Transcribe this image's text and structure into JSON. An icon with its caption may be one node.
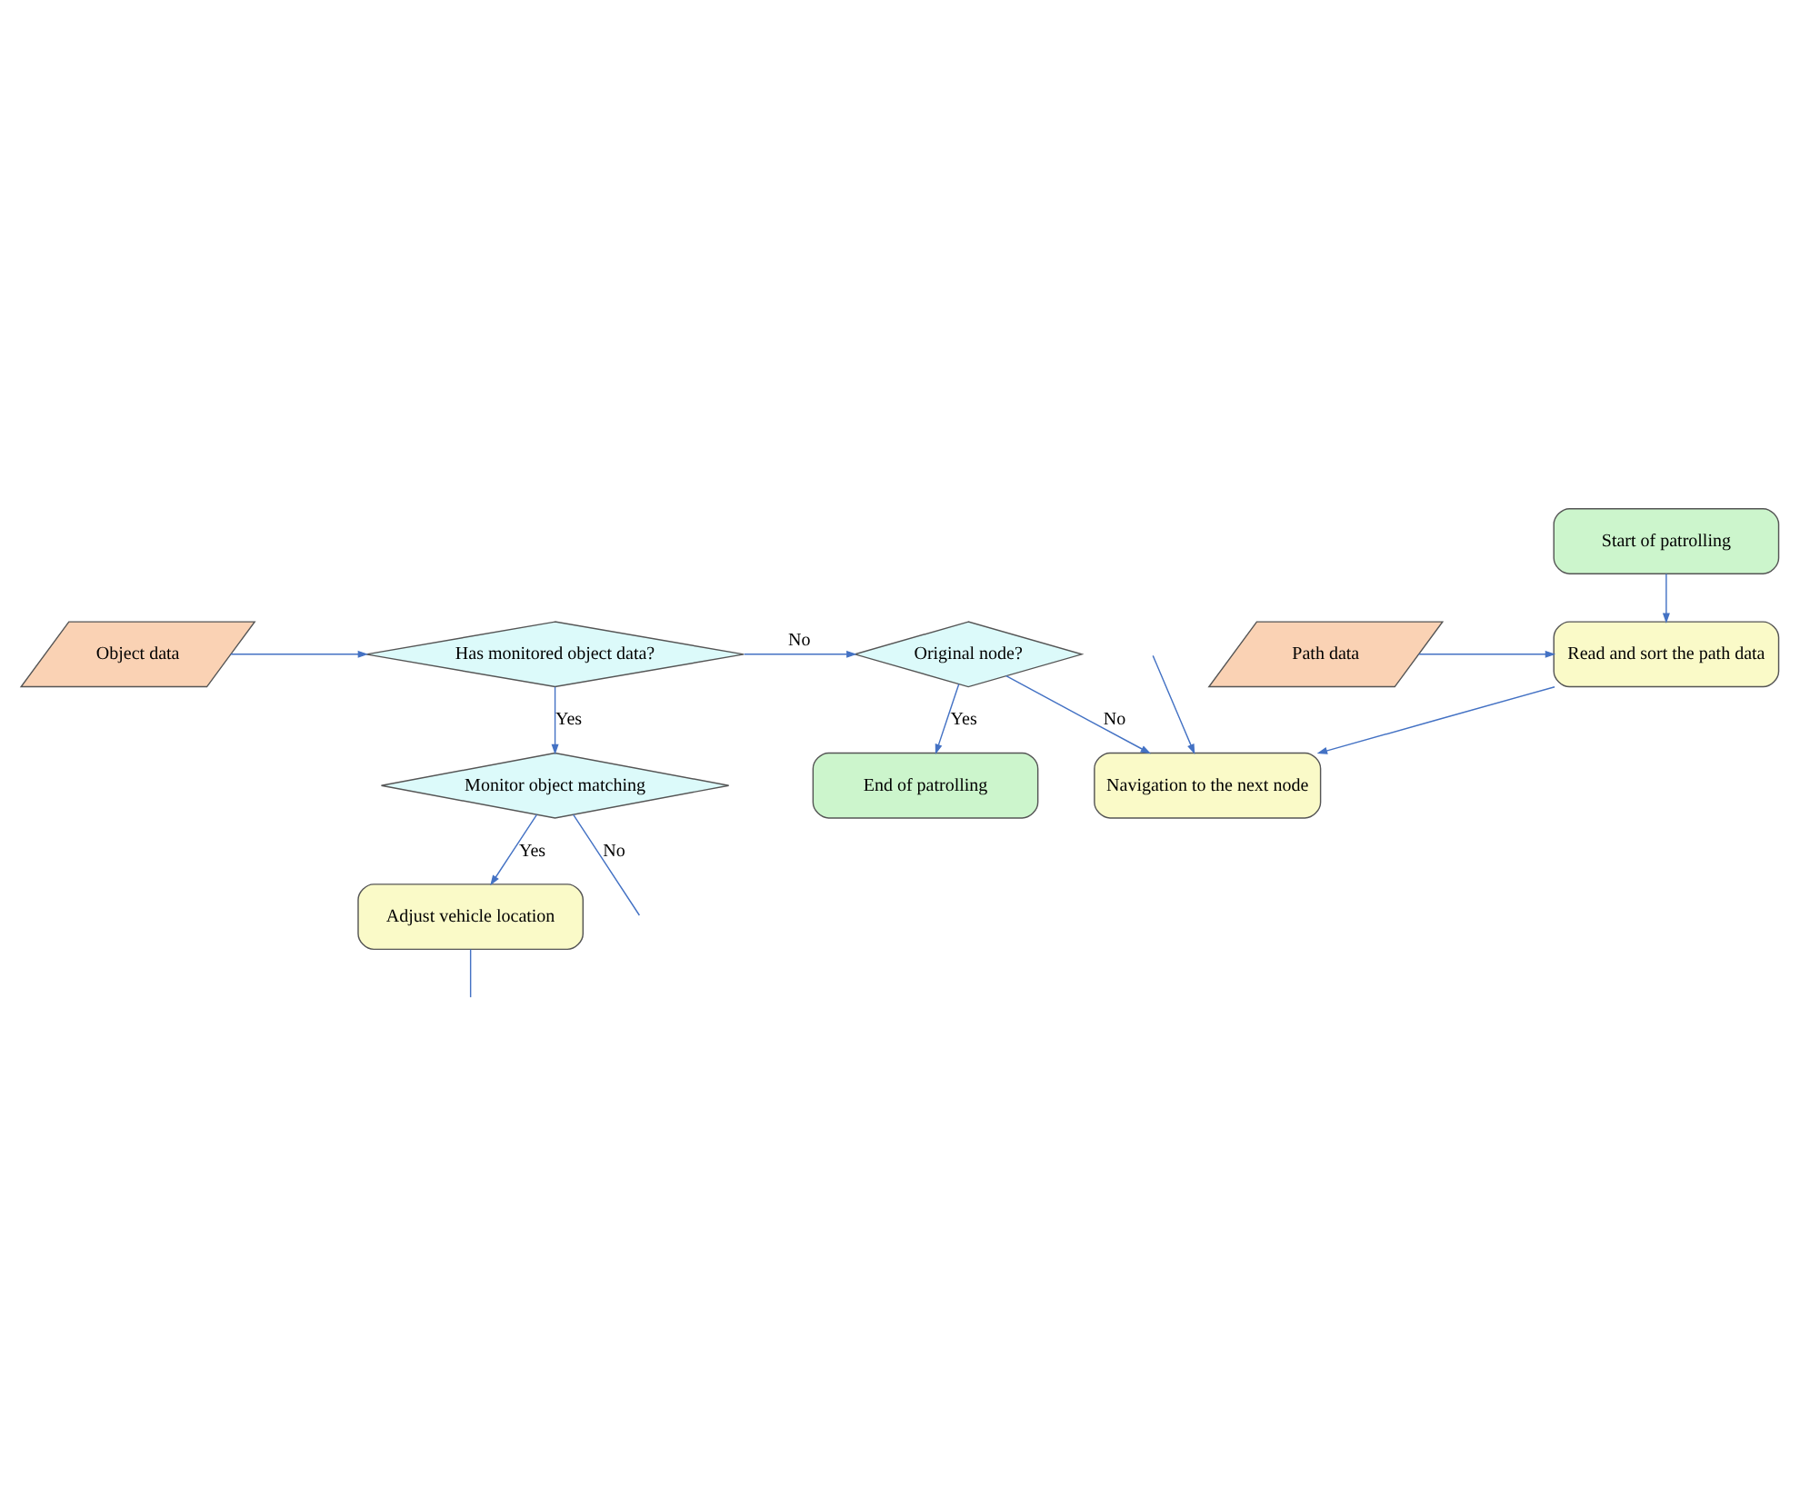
{
  "diagram": {
    "nodes": [
      {
        "text": [
          "Start of patrolling"
        ]
      },
      {
        "text": [
          "Read and sort the path data"
        ]
      },
      {
        "text": [
          "Path data"
        ]
      },
      {
        "text": [
          "Navigation to the next node"
        ]
      },
      {
        "text": [
          "Has monitored object data?"
        ]
      },
      {
        "text": [
          "Object data"
        ]
      },
      {
        "text": [
          "Original node?"
        ]
      },
      {
        "text": [
          "End of patrolling"
        ]
      },
      {
        "text": [
          "Monitor object matching"
        ]
      },
      {
        "text": [
          "Adjust vehicle location"
        ]
      }
    ],
    "edges": [
      {
        "from": 0,
        "to": 1,
        "arrow": "to"
      },
      {
        "from": 2,
        "to": 1,
        "arrow": "to"
      },
      {
        "from": 1,
        "to": 3,
        "arrow": "to"
      },
      {
        "from": null,
        "to": 3,
        "arrow": "to"
      },
      {
        "from": 6,
        "to": 3,
        "label": "No",
        "arrow": "to"
      },
      {
        "from": 4,
        "to": 6,
        "label": "No",
        "arrow": "to"
      },
      {
        "from": 5,
        "to": 4,
        "arrow": "to"
      },
      {
        "from": 6,
        "to": 7,
        "label": "Yes",
        "arrow": "to"
      },
      {
        "from": 4,
        "to": 8,
        "label": "Yes",
        "arrow": "to"
      },
      {
        "from": 8,
        "to": null,
        "label": "No",
        "arrow": "none"
      },
      {
        "from": 8,
        "to": 9,
        "label": "Yes",
        "arrow": "to"
      },
      {
        "from": 9,
        "to": null,
        "arrow": "none"
      }
    ]
  }
}
